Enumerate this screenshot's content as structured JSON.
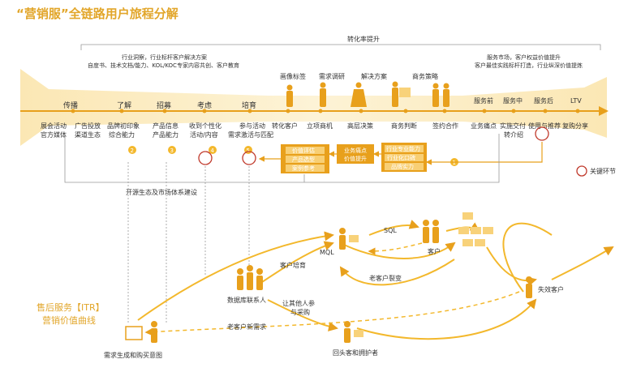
{
  "title": "“营销服”全链路用户旅程分解",
  "top_label": "转化率提升",
  "top_notes": {
    "left_line1": "行业洞察，行业标杆客户解决方案",
    "left_line2": "自度书、技术文档/能力、KOL/KOC专家内容共创、客户教育",
    "right_line1": "服务市场，客户权益价值提升",
    "right_line2": "客户最佳实践标杆打造，行业纵深价值提炼"
  },
  "stages_top": [
    "传播",
    "了解",
    "招募",
    "考虑",
    "培育"
  ],
  "stages_bottom": [
    "展会活动\n官方媒体",
    "广告投放\n渠道生态",
    "品牌初印象\n综合能力",
    "产品信息\n产品能力",
    "收到个性化\n活动/内容",
    "参与活动\n需求激活与匹配"
  ],
  "conversion_top": [
    "画像标签",
    "需求调研",
    "解决方案",
    "商务策略"
  ],
  "conversion_bottom": [
    "转化客户",
    "立项商机",
    "高层决策",
    "商务判断",
    "签约合作"
  ],
  "service_top": [
    "服务前",
    "服务中",
    "服务后",
    "LTV"
  ],
  "service_bottom": [
    "业务痛点",
    "实施交付\n转介绍",
    "使用与推荐",
    "复购分享"
  ],
  "boxes": {
    "box1": [
      "价值评估",
      "产品选型",
      "案例参考"
    ],
    "box2": [
      "业务痛点",
      "价值提升"
    ],
    "box3": [
      "行业专业能力",
      "行业化口碑",
      "品牌实力"
    ]
  },
  "markers": [
    "2",
    "3",
    "4",
    "5",
    "1"
  ],
  "legend_key": "关键环节",
  "ecosystem_label": "开源生态及市场体系建设",
  "bottom_left_title": [
    "售后服务【ITR】",
    "营销价值曲线"
  ],
  "nodes": {
    "demand": "需求生成和购买意图",
    "database": "数据库联系人",
    "mql": "MQL",
    "sql": "SQL",
    "customer": "客户",
    "lost": "失效客户",
    "returning": "回头客和拥护者",
    "cultivation": "客户培育",
    "old_churn": "老客户裂变",
    "others": "让其他人参\n与采购",
    "old_new": "老客户新需求"
  },
  "colors": {
    "accent": "#e8a01c",
    "gold": "#f3b82c",
    "light": "#fbe7b4",
    "red": "#c0392b"
  }
}
